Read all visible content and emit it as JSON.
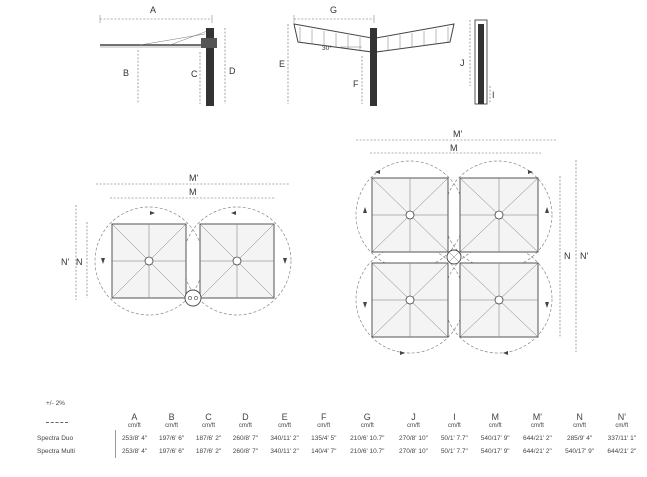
{
  "labels": {
    "a": "A",
    "b": "B",
    "c": "C",
    "d": "D",
    "e": "E",
    "f": "F",
    "g": "G",
    "angle": "30°",
    "j": "J",
    "i": "I",
    "duo_m1": "M'",
    "duo_m": "M",
    "duo_n1": "N'",
    "duo_n": "N",
    "multi_m1": "M'",
    "multi_m": "M",
    "multi_n": "N",
    "multi_n1": "N'"
  },
  "table": {
    "tolerance": "+/- 2%",
    "columns": [
      "A",
      "B",
      "C",
      "D",
      "E",
      "F",
      "G",
      "J",
      "I",
      "M",
      "M'",
      "N",
      "N'"
    ],
    "unit": "cm/ft",
    "rows": [
      {
        "name": "Spectra Duo",
        "values": [
          "253/8' 4\"",
          "197/6' 6\"",
          "187/6' 2\"",
          "260/8' 7\"",
          "340/11' 2\"",
          "135/4' 5\"",
          "210/6' 10.7\"",
          "270/8' 10\"",
          "50/1' 7.7\"",
          "540/17' 9\"",
          "644/21' 2\"",
          "285/9' 4\"",
          "337/11' 1\""
        ]
      },
      {
        "name": "Spectra Multi",
        "values": [
          "253/8' 4\"",
          "197/6' 6\"",
          "187/6' 2\"",
          "260/8' 7\"",
          "340/11' 2\"",
          "140/4' 7\"",
          "210/6' 10.7\"",
          "270/8' 10\"",
          "50/1' 7.7\"",
          "540/17' 9\"",
          "644/21' 2\"",
          "540/17' 9\"",
          "644/21' 2\""
        ]
      }
    ]
  }
}
